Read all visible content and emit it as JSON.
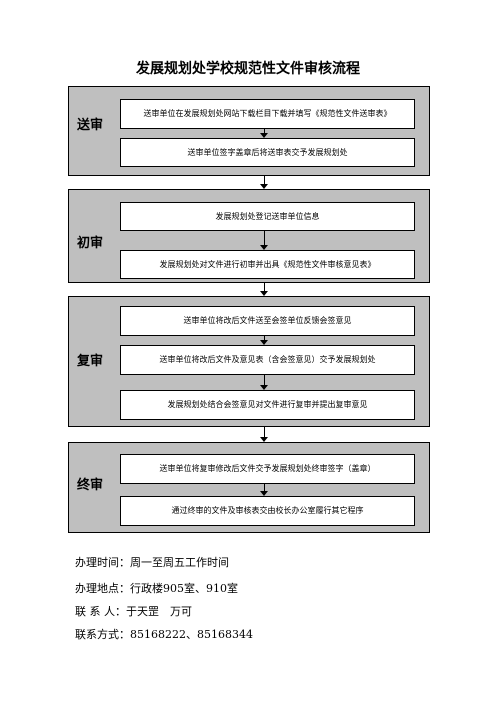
{
  "title": "发展规划处学校规范性文件审核流程",
  "stages": [
    {
      "name": "送审",
      "steps": [
        "送审单位在发展规划处网站下载栏目下载并填写《规范性文件送审表》",
        "送审单位签字盖章后将送审表交予发展规划处"
      ]
    },
    {
      "name": "初审",
      "steps": [
        "发展规划处登记送审单位信息",
        "发展规划处对文件进行初审并出具《规范性文件审核意见表》"
      ]
    },
    {
      "name": "复审",
      "steps": [
        "送审单位将改后文件送至会签单位反馈会签意见",
        "送审单位将改后文件及意见表（含会签意见）交予发展规划处",
        "发展规划处结合会签意见对文件进行复审并提出复审意见"
      ]
    },
    {
      "name": "终审",
      "steps": [
        "送审单位将复审修改后文件交予发展规划处终审签字（盖章）",
        "通过终审的文件及审核表交由校长办公室履行其它程序"
      ]
    }
  ],
  "info": [
    {
      "label": "办理时间：",
      "value": "周一至周五工作时间"
    },
    {
      "label": "办理地点：",
      "value": "行政楼905室、910室"
    },
    {
      "label": "联 系 人：",
      "value": "于天罡　万可"
    },
    {
      "label": "联系方式：",
      "value": "85168222、85168344"
    }
  ]
}
